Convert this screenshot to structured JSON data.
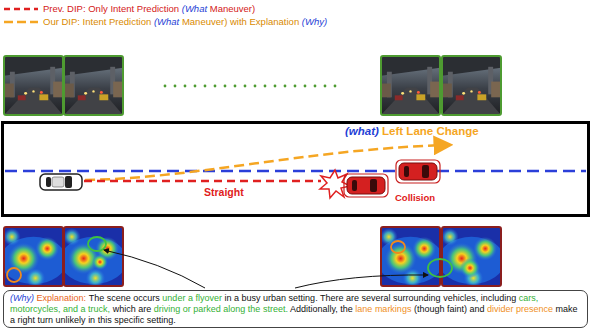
{
  "diagram": {
    "nodes": [
      {
        "text": [
          "(what) Left Lane Change",
          "Straight",
          "Collision"
        ]
      },
      {
        "text": [
          "(Why) Explanation:",
          "The scene occurs under a flyover in a busy urban setting. There are several surrounding vehicles, including cars, motorcycles, and a truck, which are driving or parked along the street. Additionally, the lane markings (though faint) and divider presence make a right turn unlikely in this specific setting."
        ]
      }
    ],
    "legend": [
      {
        "text": "Prev. DIP: Only Intent Prediction (What Maneuver)"
      },
      {
        "text": "Our DIP: Intent Prediction (What Maneuver) with Explanation (Why)"
      }
    ]
  }
}
